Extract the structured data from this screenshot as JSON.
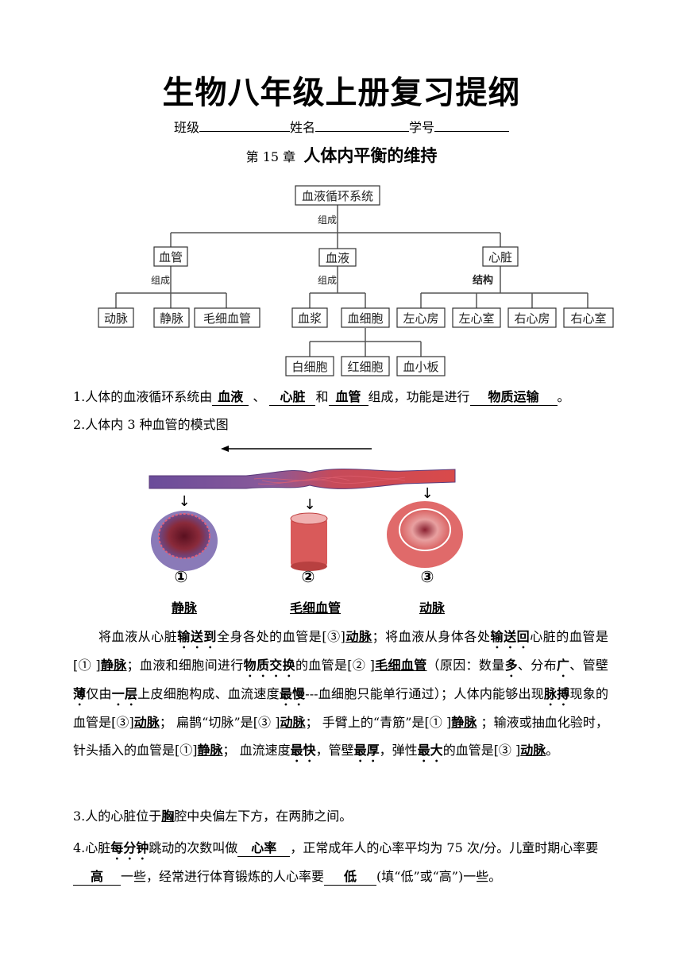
{
  "title": "生物八年级上册复习提纲",
  "info": {
    "class_label": "班级",
    "name_label": "姓名",
    "id_label": "学号"
  },
  "chapter": {
    "prefix": "第 15 章",
    "name": "人体内平衡的维持"
  },
  "tree": {
    "root": "血液循环系统",
    "root_rel": "组成",
    "level1": [
      "血管",
      "血液",
      "心脏"
    ],
    "vessel_rel": "组成",
    "blood_rel": "组成",
    "heart_rel": "结构",
    "vessels": [
      "动脉",
      "静脉",
      "毛细血管"
    ],
    "blood": [
      "血浆",
      "血细胞"
    ],
    "heart": [
      "左心房",
      "左心室",
      "右心房",
      "右心室"
    ],
    "cells": [
      "白细胞",
      "红细胞",
      "血小板"
    ]
  },
  "q1": {
    "text1": "1.人体的血液循环系统由",
    "a1": "血液",
    "sep1": "、",
    "a2": "心脏",
    "sep2": "和",
    "a3": "血管",
    "text2": "组成，功能是进行",
    "a4": "物质运输",
    "end": "。"
  },
  "q2": {
    "title": "2.人体内 3 种血管的模式图",
    "nums": [
      "①",
      "②",
      "③"
    ],
    "labels": [
      "静脉",
      "毛细血管",
      "动脉"
    ],
    "p": [
      "将血液从心脏",
      "输送到",
      "全身各处的血管是[③]",
      "动脉",
      "；将血液从身体各处",
      "输送回",
      "心脏的血管是[①  ]",
      "静脉",
      "；血液和细胞间进行",
      "物质交换",
      "的血管是[②  ]",
      "毛细血管",
      "（原因：数量",
      "多",
      "、分布",
      "广",
      "、管壁",
      "薄",
      "仅由",
      "一层",
      "上皮细胞构成、血流速度",
      "最慢",
      "---血细胞只能单行通过）；人体内能够出现",
      "脉搏",
      "现象的血管是[③]",
      "动脉",
      "；  扁鹊“切脉”是[③  ]",
      "动脉",
      "；  手臂上的“青筋”是[①  ]",
      "静脉",
      " ；输液或抽血化验时，针头插入的血管是[①]",
      "静脉",
      "；  血流速度",
      "最快",
      "，管壁",
      "最厚",
      "，弹性",
      "最大",
      "的血管是[③  ]",
      "动脉",
      "。"
    ]
  },
  "q3": {
    "pre": "3.人的心脏位于",
    "a": "胸",
    "post": "腔中央偏左下方，在两肺之间。"
  },
  "q4": {
    "t1": "4.心脏",
    "dot1": "每分钟",
    "t2": "跳动的次数叫做",
    "a1": "心率",
    "t3": "，正常成年人的心率平均为 75 次/分。儿童时期心率要",
    "a2": "高",
    "t4": "一些，经常进行体育锻炼的人心率要",
    "a3": "低",
    "t5": "(填“低”或“高”)一些。"
  }
}
